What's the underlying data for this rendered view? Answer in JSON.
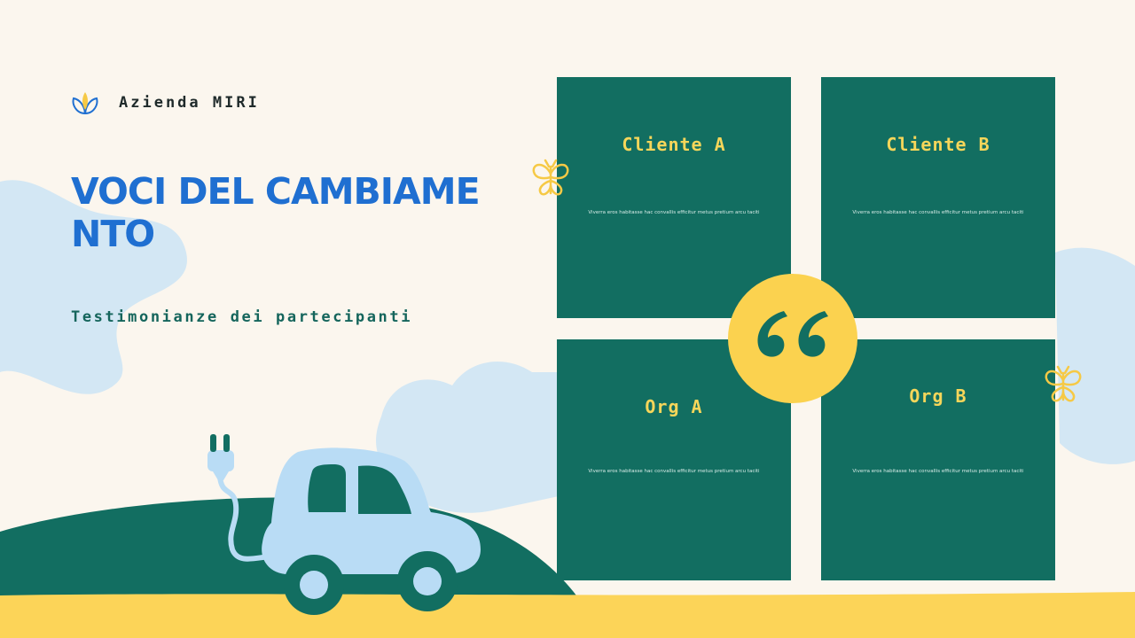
{
  "brand": {
    "name": "Azienda MIRI",
    "logo_icon": "leaf-logo-icon"
  },
  "slide": {
    "title": "VOCI DEL CAMBIAMENTO",
    "subtitle": "Testimonianze dei partecipanti"
  },
  "cards": [
    {
      "title": "Cliente A",
      "text": "Viverra eros habitasse hac convallis efficitur metus pretium arcu taciti"
    },
    {
      "title": "Cliente B",
      "text": "Viverra eros habitasse hac convallis efficitur metus pretium arcu taciti"
    },
    {
      "title": "Org A",
      "text": "Viverra eros habitasse hac convallis efficitur metus pretium arcu taciti"
    },
    {
      "title": "Org B",
      "text": "Viverra eros habitasse hac convallis efficitur metus pretium arcu taciti"
    }
  ],
  "icons": {
    "quote": "quote-marks-icon",
    "butterfly": "butterfly-icon",
    "car": "electric-car-icon",
    "plug": "plug-icon"
  },
  "colors": {
    "background": "#fbf6ee",
    "card": "#126e61",
    "accent_yellow": "#fbd24f",
    "title_blue": "#1f6fd1",
    "subtitle_green": "#15655c",
    "blob_blue": "#cfe5f3",
    "car_blue": "#b9dcf5"
  }
}
